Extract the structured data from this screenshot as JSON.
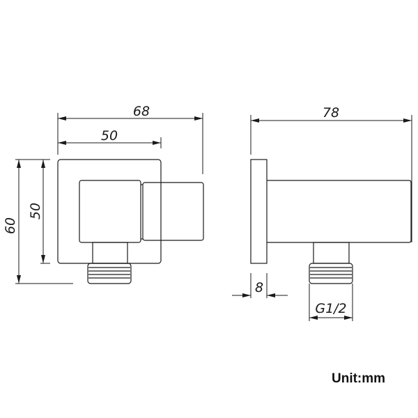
{
  "diagram": {
    "type": "technical-dimension-drawing",
    "subject": "square wall outlet elbow with handle",
    "views": {
      "front": {
        "dimensions": {
          "overall_width": "68",
          "plate_width": "50",
          "overall_height": "60",
          "plate_height": "50"
        }
      },
      "side": {
        "dimensions": {
          "overall_depth": "78",
          "plate_thickness": "8",
          "thread": "G1/2"
        }
      }
    },
    "unit_label": "Unit:mm",
    "line_color": "#1a1a1a",
    "background_color": "#ffffff"
  }
}
